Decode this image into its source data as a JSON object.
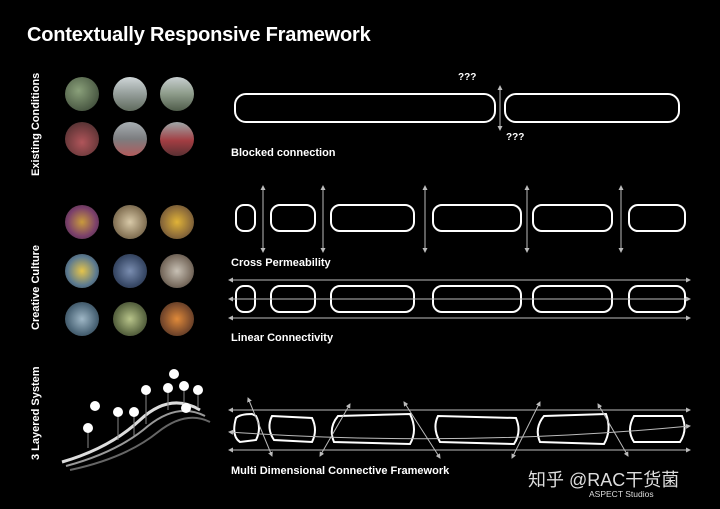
{
  "title": "Contextually Responsive Framework",
  "sections": {
    "existing": "Existing Conditions",
    "creative": "Creative Culture",
    "layered": "3 Layered System"
  },
  "captions": {
    "blocked": "Blocked connection",
    "cross": "Cross Permeability",
    "linear": "Linear Connectivity",
    "multi": "Multi Dimensional Connective Framework"
  },
  "question_top": "???",
  "question_bottom": "???",
  "watermark": "知乎 @RAC干货菌",
  "credit": "ASPECT Studios",
  "colors": {
    "background": "#000000",
    "line": "#ffffff",
    "arrow": "#bbbbbb"
  }
}
